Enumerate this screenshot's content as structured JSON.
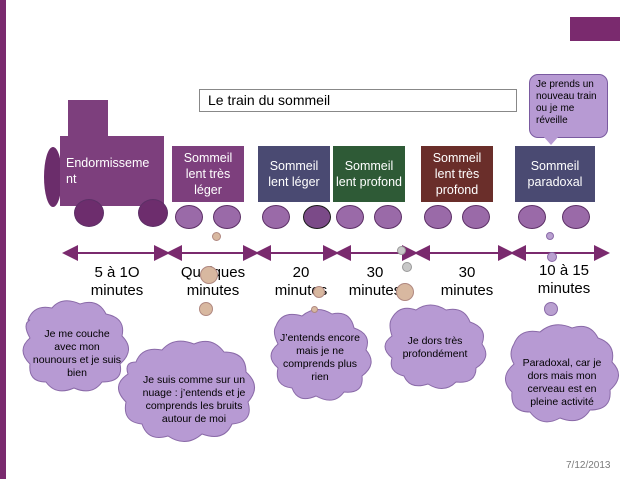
{
  "title": "Le train du sommeil",
  "callout_text": "Je prends un nouveau train ou je me réveille",
  "cars": [
    {
      "label": "Endormissement"
    },
    {
      "label": "Sommeil lent très léger"
    },
    {
      "label": "Sommeil lent léger"
    },
    {
      "label": "Sommeil lent profond"
    },
    {
      "label": "Sommeil lent très profond"
    },
    {
      "label": "Sommeil paradoxal"
    }
  ],
  "durations": [
    "5 à 1O minutes",
    "Quelques minutes",
    "20 minutes",
    "30 minutes",
    "30 minutes",
    "10 à 15 minutes"
  ],
  "thoughts": [
    "Je me couche avec mon nounours et je suis bien",
    "Je suis comme sur un nuage : j’entends et je comprends les bruits autour de moi",
    "J’entends encore mais je ne comprends plus rien",
    "Je dors très profondément",
    "Paradoxal, car je dors mais mon cerveau est en pleine activité"
  ],
  "date": "7/12/2013",
  "colors": {
    "accent": "#7a2a6e",
    "loco": "#7d3f7d",
    "car_blue": "#4a4a72",
    "car_green": "#2e5a36",
    "car_brown": "#6a2e2a",
    "callout": "#b79ad3",
    "cloud": "#b79ad3"
  }
}
